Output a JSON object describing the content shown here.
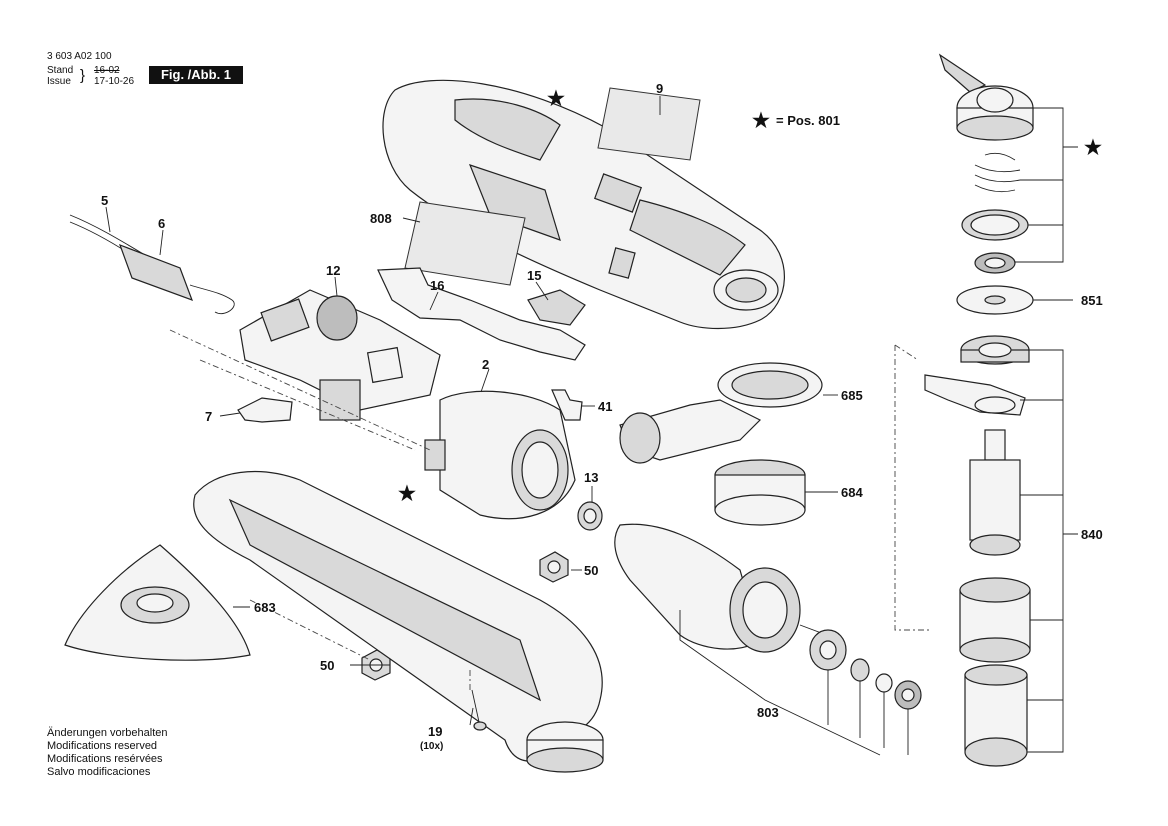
{
  "header": {
    "part_number": "3 603 A02 100",
    "stand_label": "Stand",
    "stand_value": "16-02",
    "issue_label": "Issue",
    "issue_value": "17-10-26",
    "figure_label": "Fig. /Abb. 1"
  },
  "legend": {
    "star_symbol": "★",
    "star_text": "= Pos. 801"
  },
  "notes": [
    "Änderungen vorbehalten",
    "Modifications reserved",
    "Modifications resérvées",
    "Salvo modificaciones"
  ],
  "parts": {
    "p2": "2",
    "p5": "5",
    "p6": "6",
    "p7": "7",
    "p9": "9",
    "p12": "12",
    "p13": "13",
    "p15": "15",
    "p16": "16",
    "p19": "19",
    "p19_qty": "(10x)",
    "p41": "41",
    "p50a": "50",
    "p50b": "50",
    "p683": "683",
    "p684": "684",
    "p685": "685",
    "p803": "803",
    "p808": "808",
    "p840": "840",
    "p851": "851"
  },
  "stars": [
    "★",
    "★",
    "★"
  ]
}
